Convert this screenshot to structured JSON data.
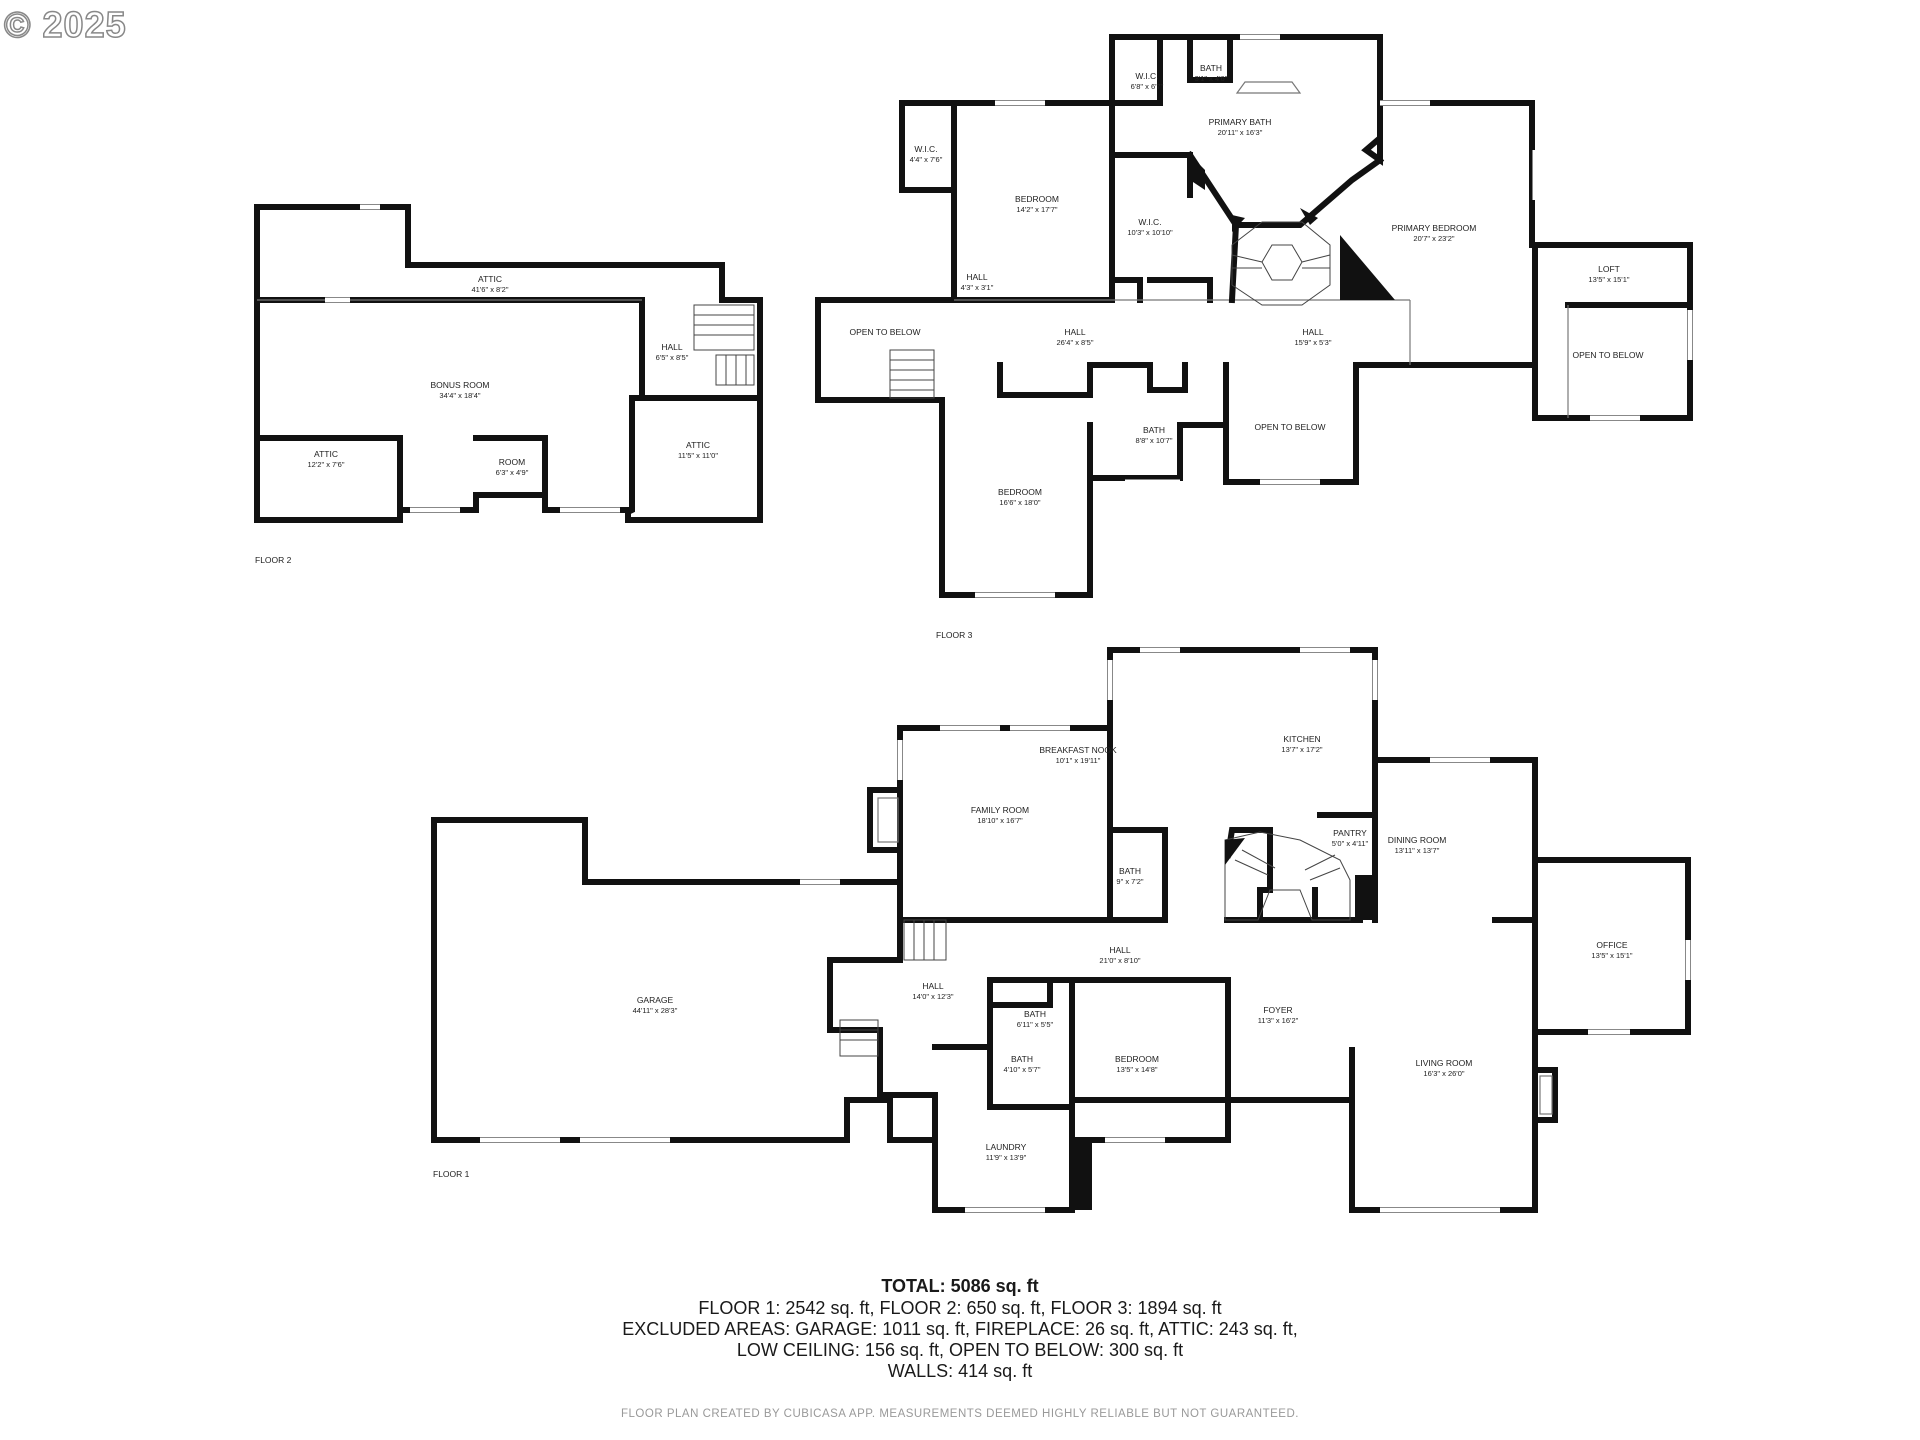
{
  "watermark": "© 2025",
  "floors": {
    "floor1": {
      "label": "FLOOR 1",
      "rooms": [
        {
          "name": "GARAGE",
          "dims": "44'11\" x 28'3\""
        },
        {
          "name": "FAMILY ROOM",
          "dims": "18'10\" x 16'7\""
        },
        {
          "name": "BREAKFAST NOOK",
          "dims": "10'1\" x 19'11\""
        },
        {
          "name": "KITCHEN",
          "dims": "13'7\" x 17'2\""
        },
        {
          "name": "PANTRY",
          "dims": "5'0\" x 4'11\""
        },
        {
          "name": "DINING ROOM",
          "dims": "13'11\" x 13'7\""
        },
        {
          "name": "OFFICE",
          "dims": "13'5\" x 15'1\""
        },
        {
          "name": "BATH",
          "dims": "9\" x 7'2\""
        },
        {
          "name": "HALL",
          "dims": "21'0\" x 8'10\""
        },
        {
          "name": "HALL",
          "dims": "14'0\" x 12'3\""
        },
        {
          "name": "BATH",
          "dims": "6'11\" x 5'5\""
        },
        {
          "name": "BATH",
          "dims": "4'10\" x 5'7\""
        },
        {
          "name": "FOYER",
          "dims": "11'3\" x 16'2\""
        },
        {
          "name": "BEDROOM",
          "dims": "13'5\" x 14'8\""
        },
        {
          "name": "LIVING ROOM",
          "dims": "16'3\" x 26'0\""
        },
        {
          "name": "LAUNDRY",
          "dims": "11'9\" x 13'9\""
        }
      ]
    },
    "floor2": {
      "label": "FLOOR 2",
      "rooms": [
        {
          "name": "ATTIC",
          "dims": "41'6\" x 8'2\""
        },
        {
          "name": "HALL",
          "dims": "6'5\" x 8'5\""
        },
        {
          "name": "BONUS ROOM",
          "dims": "34'4\" x 18'4\""
        },
        {
          "name": "ATTIC",
          "dims": "12'2\" x 7'6\""
        },
        {
          "name": "ROOM",
          "dims": "6'3\" x 4'9\""
        },
        {
          "name": "ATTIC",
          "dims": "11'5\" x 11'0\""
        }
      ]
    },
    "floor3": {
      "label": "FLOOR 3",
      "rooms": [
        {
          "name": "W.I.C.",
          "dims": "6'8\" x 6'7\""
        },
        {
          "name": "BATH",
          "dims": "3'1\" x 4'6\""
        },
        {
          "name": "PRIMARY BATH",
          "dims": "20'11\" x 16'3\""
        },
        {
          "name": "W.I.C.",
          "dims": "4'4\" x 7'6\""
        },
        {
          "name": "BEDROOM",
          "dims": "14'2\" x 17'7\""
        },
        {
          "name": "W.I.C.",
          "dims": "10'3\" x 10'10\""
        },
        {
          "name": "PRIMARY BEDROOM",
          "dims": "20'7\" x 23'2\""
        },
        {
          "name": "HALL",
          "dims": "4'3\" x 3'1\""
        },
        {
          "name": "LOFT",
          "dims": "13'5\" x 15'1\""
        },
        {
          "name": "OPEN TO BELOW",
          "dims": ""
        },
        {
          "name": "HALL",
          "dims": "26'4\" x 8'5\""
        },
        {
          "name": "HALL",
          "dims": "15'9\" x 5'3\""
        },
        {
          "name": "OPEN TO BELOW",
          "dims": ""
        },
        {
          "name": "BATH",
          "dims": "8'8\" x 10'7\""
        },
        {
          "name": "OPEN TO BELOW",
          "dims": ""
        },
        {
          "name": "BEDROOM",
          "dims": "16'6\" x 18'0\""
        }
      ]
    }
  },
  "summary": {
    "total": "TOTAL: 5086 sq. ft",
    "lines": [
      "FLOOR 1: 2542 sq. ft, FLOOR 2: 650 sq. ft, FLOOR 3: 1894 sq. ft",
      "EXCLUDED AREAS: GARAGE: 1011 sq. ft, FIREPLACE: 26 sq. ft, ATTIC: 243 sq. ft,",
      "LOW CEILING: 156 sq. ft, OPEN TO BELOW: 300 sq. ft",
      "WALLS: 414 sq. ft"
    ],
    "credit": "FLOOR PLAN CREATED BY CUBICASA APP. MEASUREMENTS DEEMED HIGHLY RELIABLE BUT NOT GUARANTEED."
  }
}
